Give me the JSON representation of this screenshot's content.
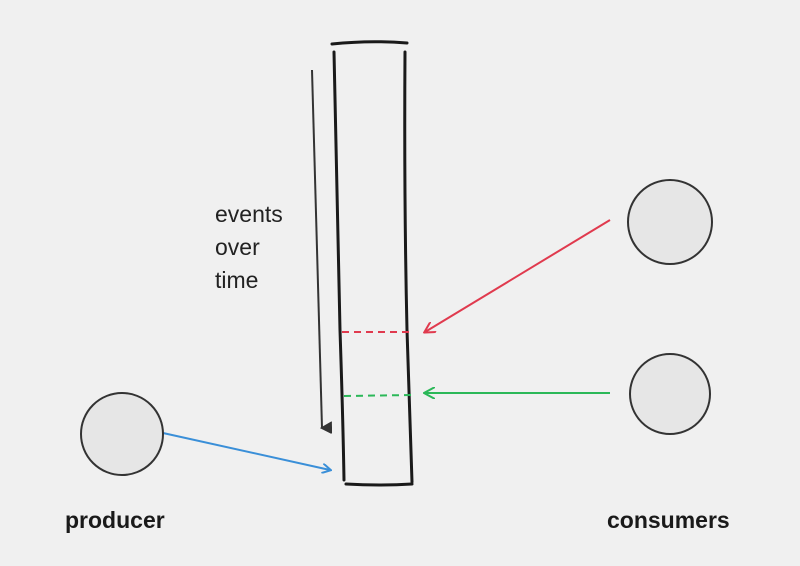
{
  "diagram": {
    "time_label": [
      "events",
      "over",
      "time"
    ],
    "producer_label": "producer",
    "consumers_label": "consumers",
    "colors": {
      "background": "#f0f0f0",
      "node_fill": "#e6e6e6",
      "outline": "#1a1a1a",
      "producer_arrow": "#3a8fd8",
      "consumer_1_arrow": "#e03a4e",
      "consumer_2_arrow": "#2bb858"
    }
  }
}
